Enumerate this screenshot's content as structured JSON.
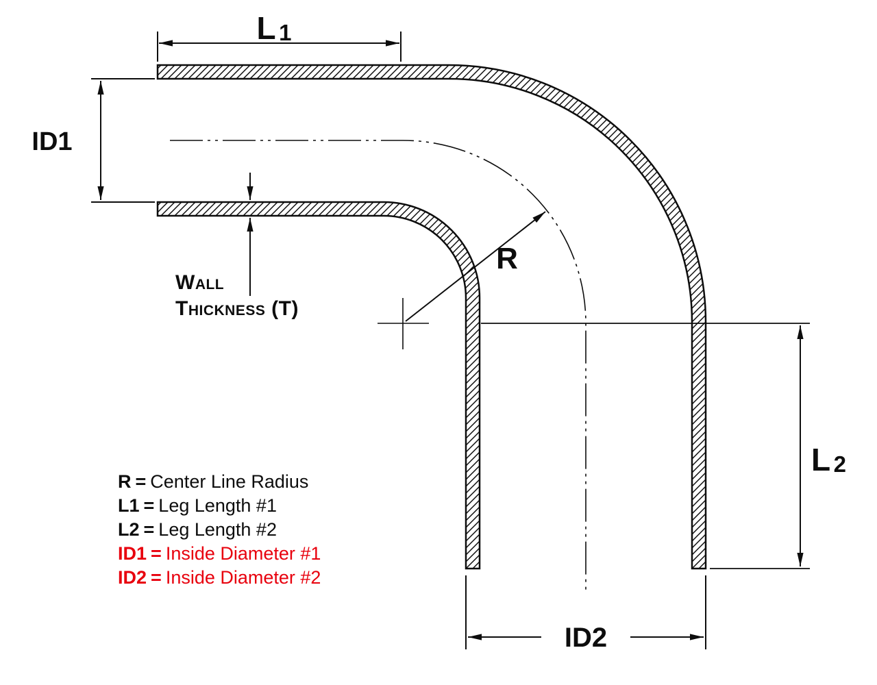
{
  "colors": {
    "ink": "#0d0d0d",
    "red": "#e8000d",
    "background": "#ffffff"
  },
  "dimension_labels": {
    "l1": {
      "base": "L",
      "sub": "1"
    },
    "l2": {
      "base": "L",
      "sub": "2"
    },
    "id1": "ID1",
    "id2": "ID2",
    "r": "R",
    "wall_thickness": {
      "line1": "Wall",
      "line2": "Thickness (T)"
    }
  },
  "legend": {
    "separator": "=",
    "items": [
      {
        "term": "R",
        "definition": "Center Line Radius",
        "red": false
      },
      {
        "term": "L1",
        "definition": "Leg Length #1",
        "red": false
      },
      {
        "term": "L2",
        "definition": "Leg Length #2",
        "red": false
      },
      {
        "term": "ID1",
        "definition": "Inside Diameter #1",
        "red": true
      },
      {
        "term": "ID2",
        "definition": "Inside Diameter #2",
        "red": true
      }
    ]
  }
}
